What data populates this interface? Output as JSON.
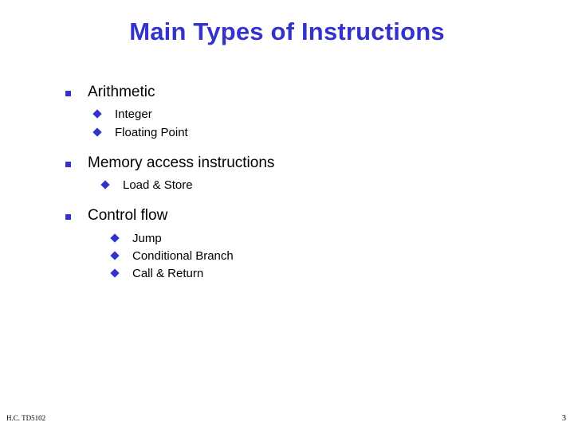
{
  "slide": {
    "title": "Main Types of Instructions",
    "bullets": [
      {
        "label": "Arithmetic",
        "sub": [
          {
            "label": "Integer"
          },
          {
            "label": "Floating Point"
          }
        ]
      },
      {
        "label": "Memory access instructions",
        "sub": [
          {
            "label": "Load & Store"
          }
        ]
      },
      {
        "label": "Control flow",
        "sub": [
          {
            "label": "Jump"
          },
          {
            "label": "Conditional Branch"
          },
          {
            "label": "Call & Return"
          }
        ]
      }
    ],
    "footer_left": "H.C. TD5102",
    "page_number": "3",
    "accent_color": "#3333cc",
    "text_color": "#000000"
  }
}
